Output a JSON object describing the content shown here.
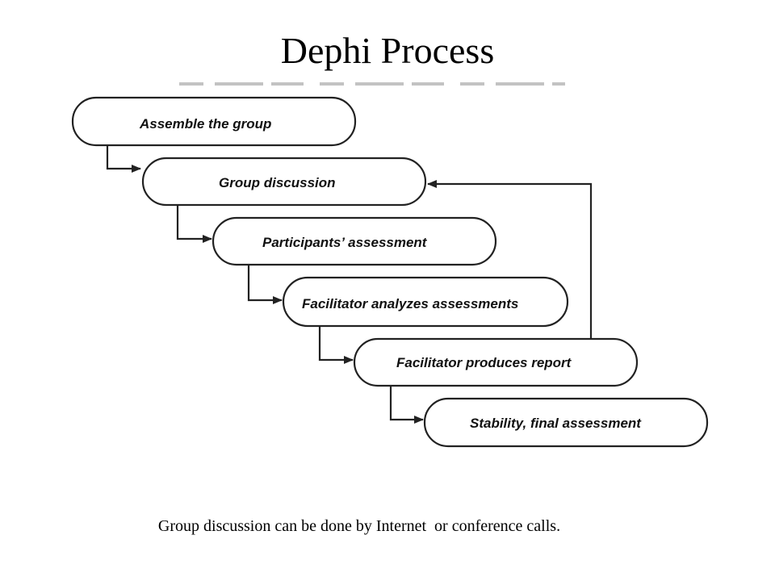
{
  "title": "Dephi Process",
  "caption": "Group discussion can be done by Internet  or conference calls.",
  "diagram": {
    "steps": [
      {
        "label": "Assemble the group"
      },
      {
        "label": "Group discussion"
      },
      {
        "label": "Participants’ assessment"
      },
      {
        "label": "Facilitator analyzes assessments"
      },
      {
        "label": "Facilitator produces report"
      },
      {
        "label": "Stability, final assessment"
      }
    ],
    "colors": {
      "stroke": "#222222",
      "fill": "#ffffff",
      "text": "#111111"
    }
  }
}
